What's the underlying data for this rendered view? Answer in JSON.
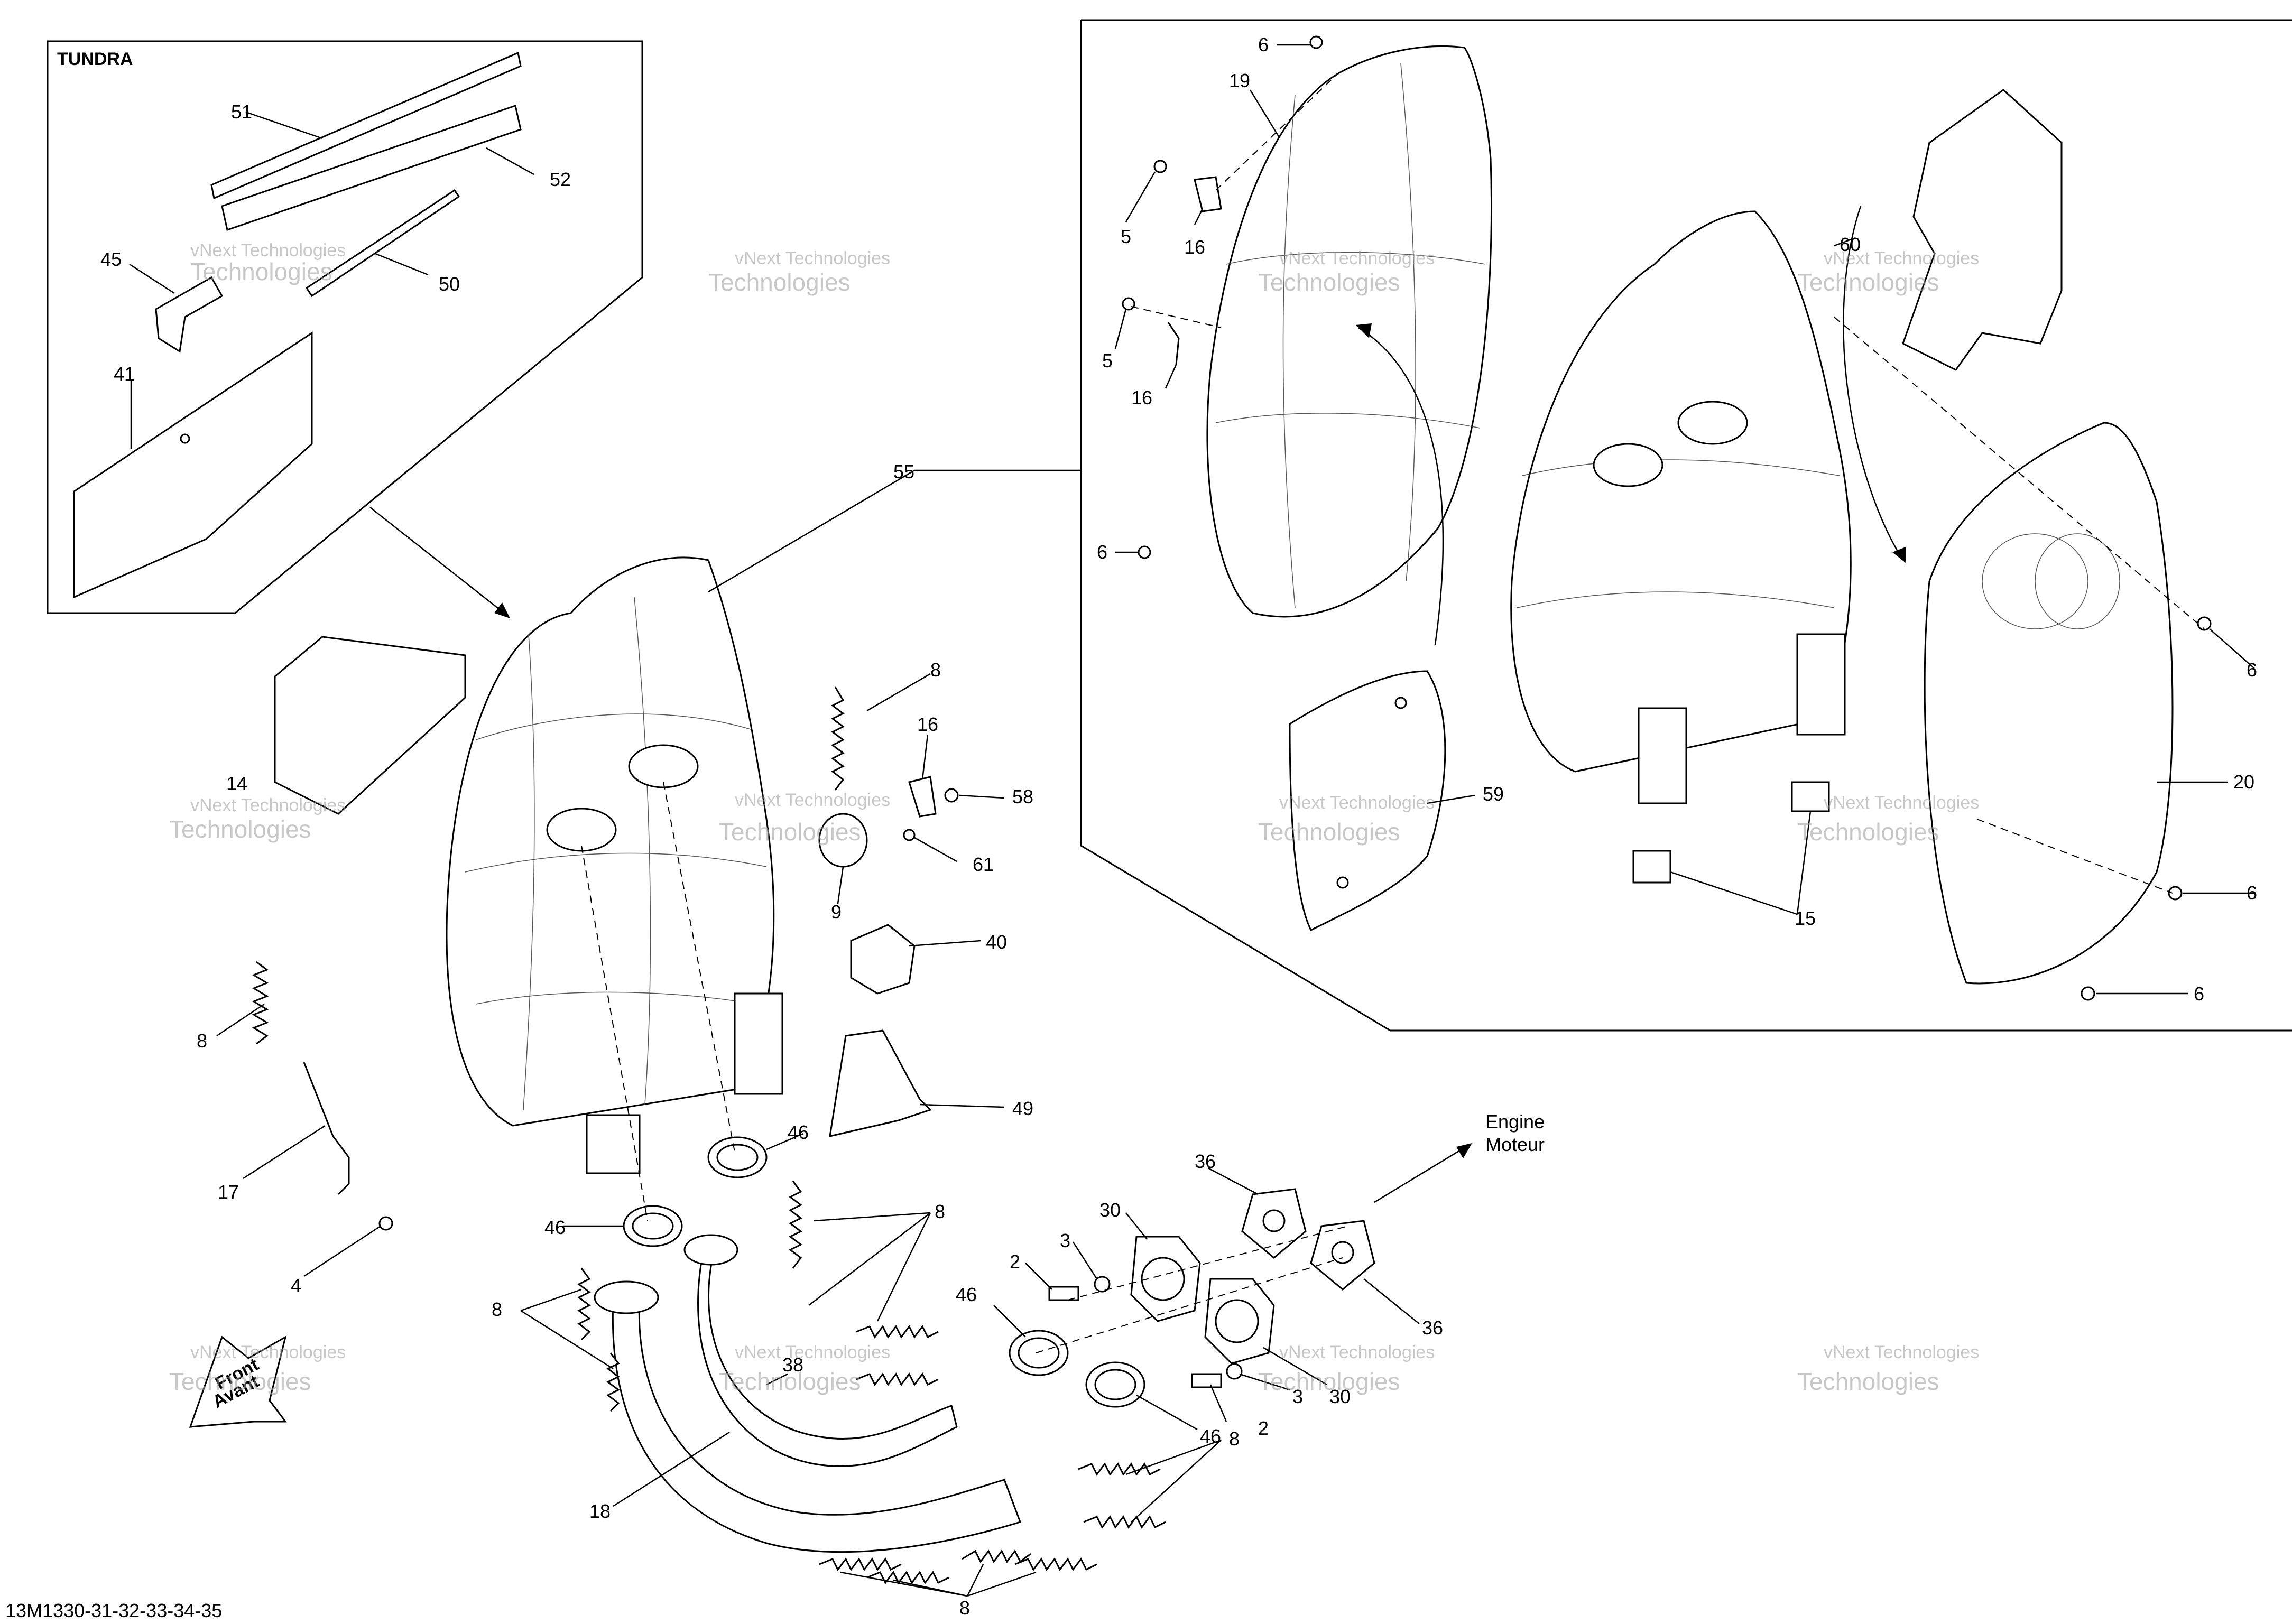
{
  "diagram_code": "13M1330-31-32-33-34-35",
  "inset_title": "TUNDRA",
  "direction_label": {
    "line1": "Engine",
    "line2": "Moteur"
  },
  "front_label": {
    "line1": "Front",
    "line2": "Avant"
  },
  "watermark": {
    "line1": "vNext Technologies",
    "line2": "Technologies"
  },
  "callouts": {
    "c51": "51",
    "c52": "52",
    "c45": "45",
    "c50": "50",
    "c41": "41",
    "c55": "55",
    "c14": "14",
    "c8a": "8",
    "c16a": "16",
    "c58": "58",
    "c61": "61",
    "c9": "9",
    "c40": "40",
    "c49": "49",
    "c8b": "8",
    "c17": "17",
    "c4": "4",
    "c46a": "46",
    "c46b": "46",
    "c8c": "8",
    "c8d": "8",
    "c18": "18",
    "c38": "38",
    "c46c": "46",
    "c46d": "46",
    "c2a": "2",
    "c2b": "2",
    "c3a": "3",
    "c3b": "3",
    "c30a": "30",
    "c30b": "30",
    "c36a": "36",
    "c36b": "36",
    "c8e": "8",
    "c8f": "8",
    "c6a": "6",
    "c19": "19",
    "c5a": "5",
    "c16b": "16",
    "c5b": "5",
    "c16c": "16",
    "c6b": "6",
    "c60": "60",
    "c59": "59",
    "c15": "15",
    "c6c": "6",
    "c20": "20",
    "c6d": "6",
    "c6e": "6"
  }
}
